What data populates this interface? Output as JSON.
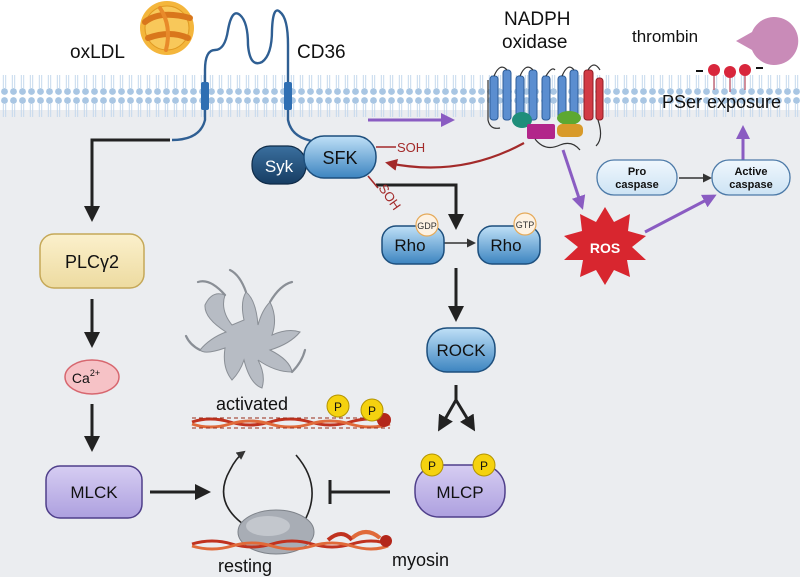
{
  "labels": {
    "oxldl": "oxLDL",
    "cd36": "CD36",
    "nadph": "NADPH",
    "oxidase": "oxidase",
    "thrombin": "thrombin",
    "pser": "PSer exposure",
    "syk": "Syk",
    "sfk": "SFK",
    "soh1": "SOH",
    "soh2": "SOH",
    "rho1": "Rho",
    "rho2": "Rho",
    "gdp": "GDP",
    "gtp": "GTP",
    "plcg2": "PLCγ2",
    "ca": "Ca",
    "ca_sup": "2+",
    "mlck": "MLCK",
    "rock": "ROCK",
    "mlcp": "MLCP",
    "ros": "ROS",
    "pro_line1": "Pro",
    "pro_line2": "caspase",
    "active_line1": "Active",
    "active_line2": "caspase",
    "activated": "activated",
    "resting": "resting",
    "myosin": "myosin",
    "p": "P"
  },
  "colors": {
    "membrane": "#a9c6e3",
    "cytoplasm": "#ebedf0",
    "black_arrow": "#222222",
    "purple_arrow": "#8a5cc2",
    "red_arrow": "#a32a2a",
    "blue_node_fill": "#4a90c8",
    "plc_fill": "#f6e8b8",
    "mlck_fill": "#c4b8e8",
    "ros_fill": "#d8262f",
    "phosphate": "#f5d20f",
    "thrombin": "#c98bb8"
  }
}
